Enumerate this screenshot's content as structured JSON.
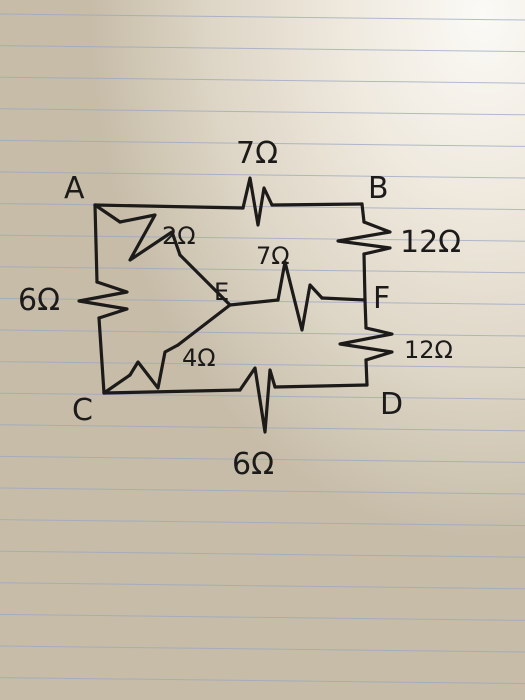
{
  "nodes": {
    "A": "A",
    "B": "B",
    "C": "C",
    "D": "D",
    "E": "E",
    "F": "F"
  },
  "resistors": {
    "ab": "7Ω",
    "bf": "12Ω",
    "fd": "12Ω",
    "cd": "6Ω",
    "ac": "6Ω",
    "ae": "2Ω",
    "ef": "7Ω",
    "ce": "4Ω"
  },
  "colors": {
    "paper": "#cfc6b4",
    "rule_line": "#9aa7c2",
    "margin_line": "#c9a0a6",
    "ink": "#1c1b1a"
  }
}
